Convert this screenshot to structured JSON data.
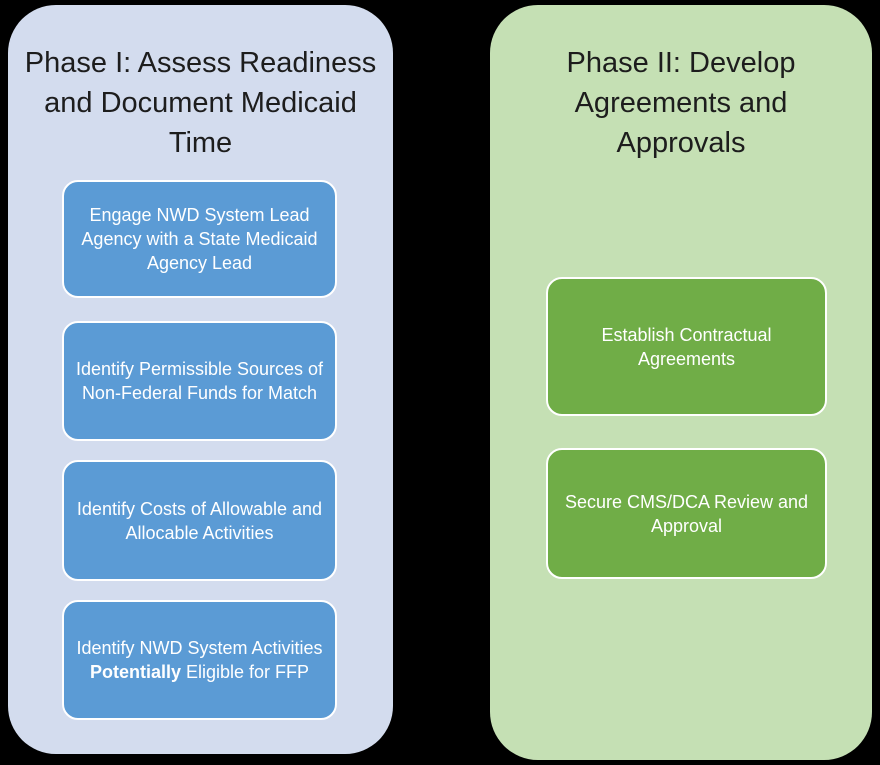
{
  "colors": {
    "background": "#000000",
    "phase1_panel": "#d3dcee",
    "phase1_step": "#5b9bd5",
    "phase2_panel": "#c5e0b4",
    "phase2_step": "#70ad47",
    "step_border": "#ffffff",
    "step_text": "#ffffff",
    "title_text": "#1d1d1d"
  },
  "phase1": {
    "title": "Phase I: Assess Readiness and Document Medicaid Time",
    "steps": [
      {
        "label": "Engage NWD System Lead Agency with a State Medicaid Agency Lead"
      },
      {
        "label": "Identify Permissible Sources of Non-Federal Funds for Match"
      },
      {
        "label": "Identify Costs of Allowable and Allocable Activities"
      },
      {
        "pre": "Identify NWD System Activities ",
        "bold": "Potentially",
        "post": " Eligible for FFP"
      }
    ]
  },
  "phase2": {
    "title": "Phase II: Develop Agreements and Approvals",
    "steps": [
      {
        "label": "Establish Contractual Agreements"
      },
      {
        "label": "Secure CMS/DCA Review and Approval"
      }
    ]
  }
}
